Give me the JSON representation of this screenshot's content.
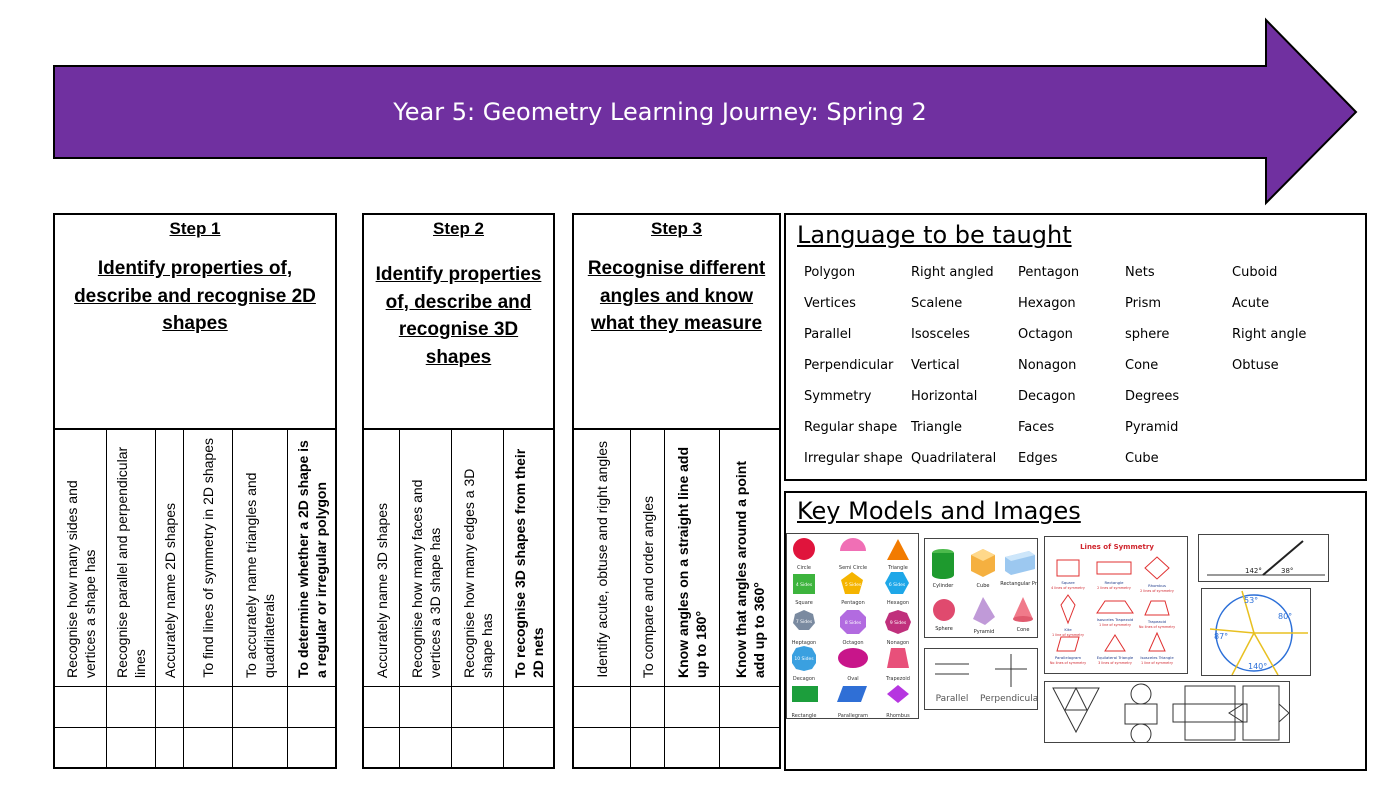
{
  "banner": {
    "title": "Year 5: Geometry Learning Journey: Spring 2",
    "color": "#7030A0"
  },
  "steps": [
    {
      "label": "Step 1",
      "title": "Identify properties of, describe and recognise 2D shapes",
      "objectives": [
        {
          "text": "Recognise how many sides and vertices a shape has",
          "bold": false
        },
        {
          "text": "Recognise parallel and perpendicular lines",
          "bold": false
        },
        {
          "text": "Accurately name 2D shapes",
          "bold": false
        },
        {
          "text": "To find lines of symmetry in 2D shapes",
          "bold": false
        },
        {
          "text": "To accurately name triangles and quadrilaterals",
          "bold": false
        },
        {
          "text": "To determine whether a 2D shape is a regular or irregular polygon",
          "bold": true
        }
      ]
    },
    {
      "label": "Step 2",
      "title": "Identify properties of, describe and recognise 3D shapes",
      "objectives": [
        {
          "text": "Accurately name 3D shapes",
          "bold": false
        },
        {
          "text": "Recognise how many faces and vertices a 3D shape has",
          "bold": false
        },
        {
          "text": "Recognise how many edges a 3D shape has",
          "bold": false
        },
        {
          "text": "To recognise 3D shapes from their 2D nets",
          "bold": true
        }
      ]
    },
    {
      "label": "Step 3",
      "title": "Recognise different angles and know what they measure",
      "objectives": [
        {
          "text": "Identify acute, obtuse and right angles",
          "bold": false
        },
        {
          "text": "To compare and order angles",
          "bold": false
        },
        {
          "text": "Know angles on a straight line add up to 180°",
          "bold": true
        },
        {
          "text": "Know that angles around a point add up to 360°",
          "bold": true
        }
      ]
    }
  ],
  "language": {
    "title": "Language to be taught",
    "columns": [
      [
        "Polygon",
        "Vertices",
        "Parallel",
        "Perpendicular",
        "Symmetry",
        "Regular shape",
        "Irregular shape"
      ],
      [
        "Right angled",
        "Scalene",
        "Isosceles",
        "Vertical",
        "Horizontal",
        "Triangle",
        "Quadrilateral"
      ],
      [
        "Pentagon",
        "Hexagon",
        "Octagon",
        "Nonagon",
        "Decagon",
        "Faces",
        "Edges"
      ],
      [
        "Nets",
        "Prism",
        " sphere",
        "Cone",
        "Degrees",
        "Pyramid",
        "Cube"
      ],
      [
        "Cuboid",
        "Acute",
        "Right angle",
        "Obtuse"
      ]
    ]
  },
  "models": {
    "title": "Key Models and Images",
    "shapes2d": [
      "Circle",
      "Semi Circle",
      "Triangle",
      "Square",
      "Pentagon",
      "Hexagon",
      "Heptagon",
      "Octagon",
      "Nonagon",
      "Decagon",
      "Oval",
      "Trapezoid",
      "Rectangle",
      "Parallegram",
      "Rhombus"
    ],
    "shapes2d_inner": [
      "4 Sides",
      "5 Sides",
      "6 Sides",
      "7 Sides",
      "8 Sides",
      "9 Sides",
      "10 Sides"
    ],
    "shapes3d": [
      "Cylinder",
      "Cube",
      "Rectangular Prism",
      "Sphere",
      "Pyramid",
      "Cone"
    ],
    "lines": [
      "Parallel",
      "Perpendicular"
    ],
    "symmetry": {
      "title": "Lines of Symmetry",
      "items": [
        "Square",
        "Rectangle",
        "Rhombus",
        "Kite",
        "Isosceles Trapezoid",
        "Trapezoid",
        "Parallelogram",
        "Equilateral Triangle",
        "Isosceles Triangle"
      ],
      "counts": [
        "4 lines of symmetry",
        "2 lines of symmetry",
        "2 lines of symmetry",
        "1 line of symmetry",
        "1 line of symmetry",
        "No lines of symmetry",
        "No lines of symmetry",
        "3 lines of symmetry",
        "1 line of symmetry"
      ]
    },
    "angles_line": [
      "142°",
      "38°"
    ],
    "angles_point": [
      "53°",
      "80°",
      "87°",
      "140°"
    ]
  }
}
